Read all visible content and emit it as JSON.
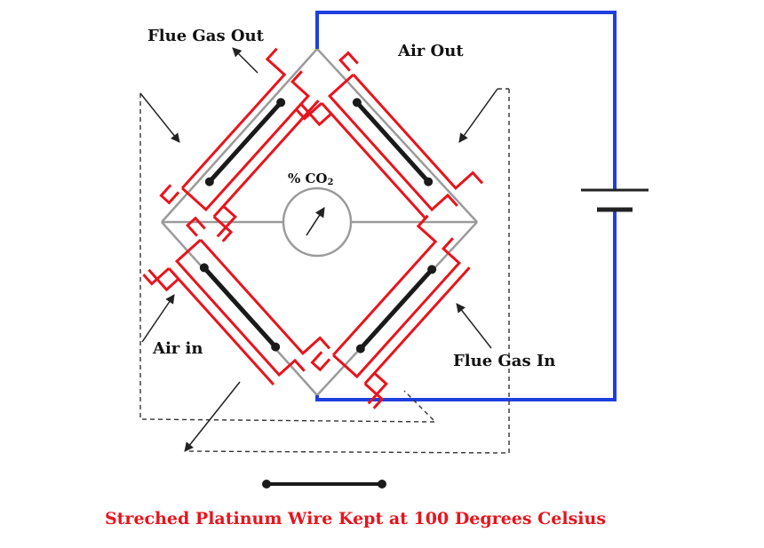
{
  "labels": {
    "flue_gas_out": "Flue Gas Out",
    "air_out": "Air Out",
    "air_in": "Air in",
    "flue_gas_in": "Flue Gas In",
    "meter": "% CO",
    "meter_sub": "2"
  },
  "caption": "Streched Platinum Wire Kept at 100 Degrees Celsius",
  "colors": {
    "cell": "#e8141c",
    "battery_circuit": "#1f3fe0",
    "bridge": "#9a9a9a",
    "wire": "#1a1a1a",
    "dashed": "#333333",
    "caption": "#e8141c"
  }
}
